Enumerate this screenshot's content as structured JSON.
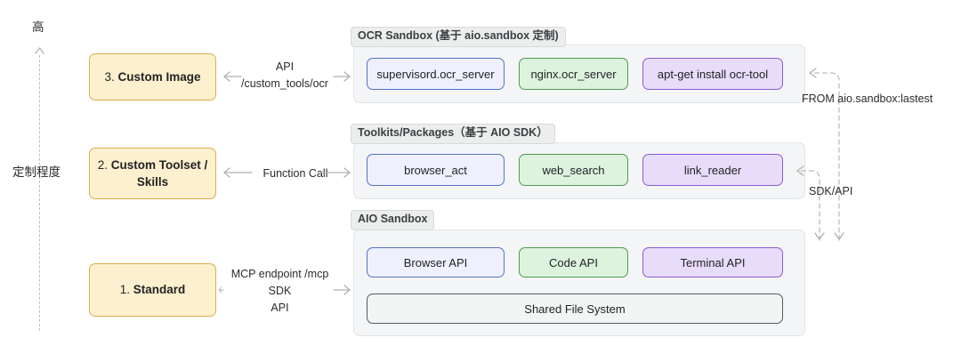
{
  "axis": {
    "top_label": "高",
    "side_label": "定制程度",
    "arrow_icon": "up-arrow-icon"
  },
  "levels": [
    {
      "id": "level-3",
      "number": "3.",
      "name": "Custom Image"
    },
    {
      "id": "level-2",
      "number": "2.",
      "name": "Custom Toolset\n/ Skills"
    },
    {
      "id": "level-1",
      "number": "1.",
      "name": "Standard"
    }
  ],
  "connectors": [
    {
      "id": "conn-ocr",
      "text": "API\n/custom_tools/ocr"
    },
    {
      "id": "conn-function",
      "text": "Function Call"
    },
    {
      "id": "conn-standard",
      "text": "MCP endpoint /mcp\nSDK\nAPI"
    }
  ],
  "panels": {
    "ocr": {
      "title": "OCR Sandbox (基于 aio.sandbox 定制)",
      "chips": [
        {
          "label": "supervisord.ocr_server",
          "color": "blue"
        },
        {
          "label": "nginx.ocr_server",
          "color": "green"
        },
        {
          "label": "apt-get install ocr-tool",
          "color": "purple"
        }
      ]
    },
    "toolkits": {
      "title": "Toolkits/Packages（基于 AIO SDK）",
      "chips": [
        {
          "label": "browser_act",
          "color": "blue"
        },
        {
          "label": "web_search",
          "color": "green"
        },
        {
          "label": "link_reader",
          "color": "purple"
        }
      ]
    },
    "aio": {
      "title": "AIO Sandbox",
      "chips": [
        {
          "label": "Browser API",
          "color": "blue"
        },
        {
          "label": "Code API",
          "color": "green"
        },
        {
          "label": "Terminal API",
          "color": "purple"
        }
      ],
      "shared": {
        "label": "Shared File System",
        "color": "gray"
      }
    }
  },
  "right_flows": [
    {
      "id": "label-from",
      "text": "FROM aio.sandbox:lastest"
    },
    {
      "id": "label-sdkapi",
      "text": "SDK/API"
    }
  ],
  "colors": {
    "level_fill": "#fdf0cf",
    "level_border": "#dcae4b",
    "panel_fill": "#f4f5f6",
    "panel_border": "#e3e4e6",
    "chip_blue_border": "#5572c4",
    "chip_green_border": "#4f9a54",
    "chip_purple_border": "#8b5cd6",
    "chip_gray_border": "#565a5e",
    "arrow_gray": "#b0b0b0",
    "dash_gray": "#bdbdbd"
  }
}
